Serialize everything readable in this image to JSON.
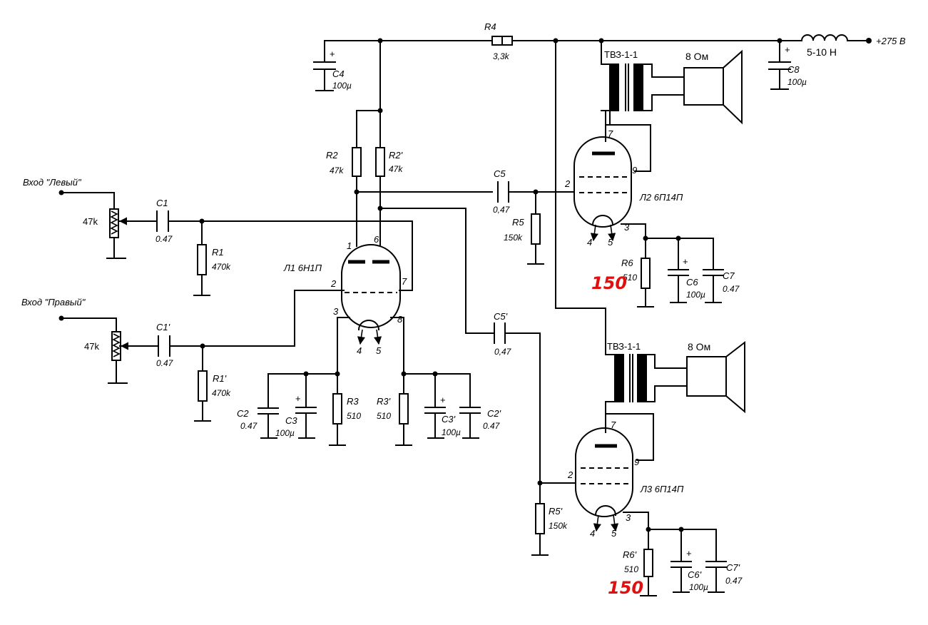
{
  "supply": {
    "voltage_label": "+275 В",
    "choke_label": "5-10 Н"
  },
  "inputs": {
    "left": {
      "label": "Вход \"Левый\"",
      "pot": "47k"
    },
    "right": {
      "label": "Вход \"Правый\"",
      "pot": "47k"
    }
  },
  "components": {
    "R4": {
      "ref": "R4",
      "value": "3,3k"
    },
    "C4": {
      "ref": "C4",
      "value": "100µ"
    },
    "C8": {
      "ref": "C8",
      "value": "100µ"
    },
    "R2": {
      "ref": "R2",
      "value": "47k"
    },
    "R2p": {
      "ref": "R2'",
      "value": "47k"
    },
    "C1": {
      "ref": "C1",
      "value": "0.47"
    },
    "C1p": {
      "ref": "C1'",
      "value": "0.47"
    },
    "R1": {
      "ref": "R1",
      "value": "470k"
    },
    "R1p": {
      "ref": "R1'",
      "value": "470k"
    },
    "C5": {
      "ref": "C5",
      "value": "0,47"
    },
    "C5p": {
      "ref": "C5'",
      "value": "0,47"
    },
    "R5": {
      "ref": "R5",
      "value": "150k"
    },
    "R5p": {
      "ref": "R5'",
      "value": "150k"
    },
    "C2": {
      "ref": "C2",
      "value": "0.47"
    },
    "C3": {
      "ref": "C3",
      "value": "100µ"
    },
    "R3": {
      "ref": "R3",
      "value": "510"
    },
    "R3p": {
      "ref": "R3'",
      "value": "510"
    },
    "C3p": {
      "ref": "C3'",
      "value": "100µ"
    },
    "C2p": {
      "ref": "C2'",
      "value": "0.47"
    },
    "R6": {
      "ref": "R6",
      "value": "510"
    },
    "C6": {
      "ref": "C6",
      "value": "100µ"
    },
    "C7": {
      "ref": "C7",
      "value": "0.47"
    },
    "R6p": {
      "ref": "R6'",
      "value": "510"
    },
    "C6p": {
      "ref": "C6'",
      "value": "100µ"
    },
    "C7p": {
      "ref": "C7'",
      "value": "0.47"
    }
  },
  "tubes": {
    "L1": {
      "label": "Л1 6Н1П",
      "pins": [
        "1",
        "6",
        "2",
        "7",
        "3",
        "8",
        "4",
        "5"
      ]
    },
    "L2": {
      "label": "Л2 6П14П",
      "pins": [
        "7",
        "2",
        "9",
        "3",
        "4",
        "5"
      ]
    },
    "L3": {
      "label": "Л3 6П14П",
      "pins": [
        "7",
        "2",
        "9",
        "3",
        "4",
        "5"
      ]
    }
  },
  "transformers": {
    "top": "ТВЗ-1-1",
    "bottom": "ТВЗ-1-1"
  },
  "speakers": {
    "top": "8 Ом",
    "bottom": "8 Ом"
  },
  "annotations": {
    "r6_hand": "150",
    "r6p_hand": "150"
  },
  "colors": {
    "wire": "#000000",
    "annotation": "#e01010"
  }
}
